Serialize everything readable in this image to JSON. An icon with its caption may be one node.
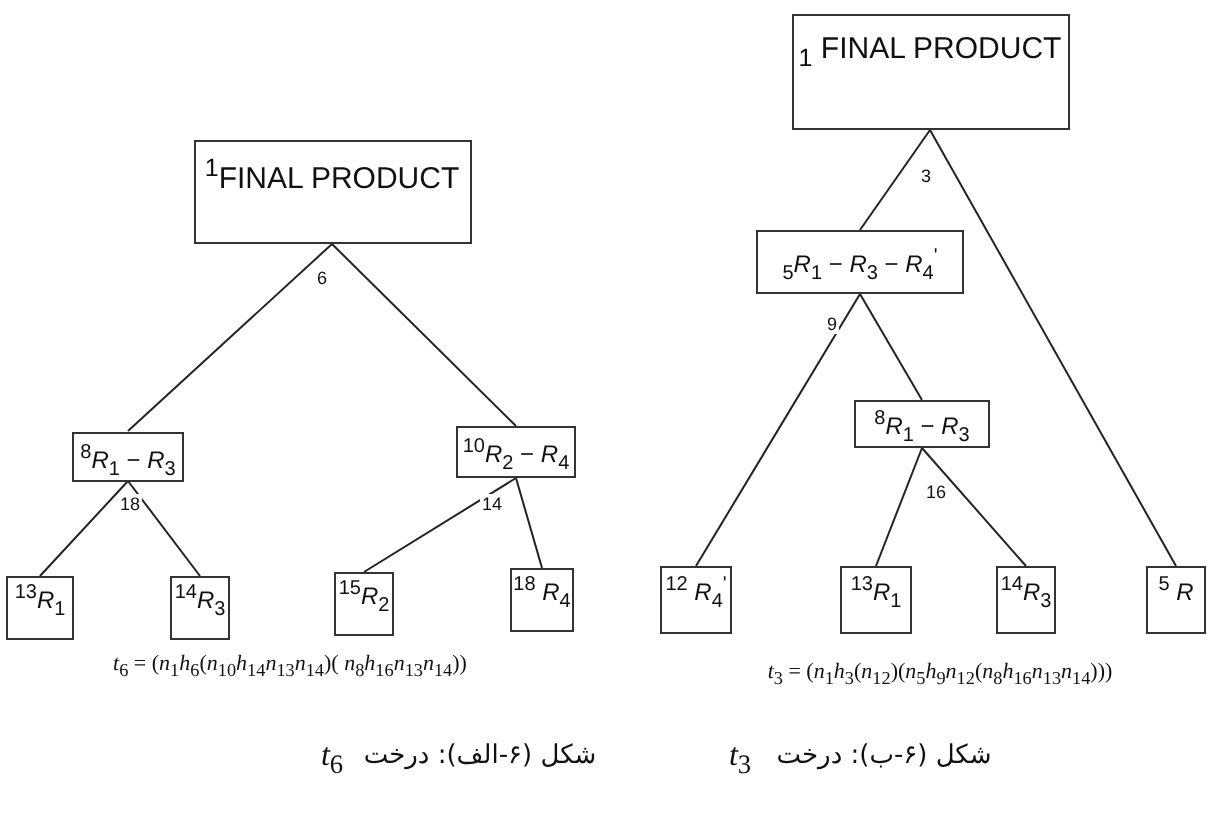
{
  "diagram": {
    "nodes": [
      {
        "text": [
          "$^{1}$FINAL PRODUCT"
        ]
      },
      {
        "text": [
          "$^{8}$*R*$_{1}$ − *R*$_{3}$"
        ]
      },
      {
        "text": [
          "$^{10}$*R*$_{2}$ − *R*$_{4}$"
        ]
      },
      {
        "text": [
          "$^{13}$*R*$_{1}$"
        ]
      },
      {
        "text": [
          "$^{14}$*R*$_{3}$"
        ]
      },
      {
        "text": [
          "$^{15}$*R*$_{2}$"
        ]
      },
      {
        "text": [
          "$^{18}$ *R*$_{4}$"
        ]
      },
      {
        "text": [
          "$_{1}$ FINAL PRODUCT"
        ]
      },
      {
        "text": [
          "$_{5}$*R*$_{1}$ − *R*$_{3}$ − *R*$_{4}$$^{'}$"
        ]
      },
      {
        "text": [
          "$^{8}$*R*$_{1}$ − *R*$_{3}$"
        ]
      },
      {
        "text": [
          "$^{12}$ *R*$_{4}$$^{'}$"
        ]
      },
      {
        "text": [
          "$^{13}$*R*$_{1}$"
        ]
      },
      {
        "text": [
          "$^{14}$*R*$_{3}$"
        ]
      },
      {
        "text": [
          "$^{5}$ *R*"
        ]
      }
    ],
    "edges": [
      {
        "from": 0,
        "to": 1,
        "arrow": "none",
        "label": "6"
      },
      {
        "from": 0,
        "to": 2,
        "arrow": "none"
      },
      {
        "from": 1,
        "to": 3,
        "arrow": "none",
        "label": "18"
      },
      {
        "from": 1,
        "to": 4,
        "arrow": "none"
      },
      {
        "from": 2,
        "to": 5,
        "arrow": "none",
        "label": "14"
      },
      {
        "from": 2,
        "to": 6,
        "arrow": "none"
      },
      {
        "from": 7,
        "to": 8,
        "arrow": "none",
        "label": "3"
      },
      {
        "from": 7,
        "to": 13,
        "arrow": "none"
      },
      {
        "from": 8,
        "to": 10,
        "arrow": "none",
        "label": "9"
      },
      {
        "from": 8,
        "to": 9,
        "arrow": "none"
      },
      {
        "from": 9,
        "to": 11,
        "arrow": "none",
        "label": "16"
      },
      {
        "from": 9,
        "to": 12,
        "arrow": "none"
      }
    ],
    "labels": [
      "*t*$_{6}$ = (*n*$_{1}$*h*$_{6}$(*n*$_{10}$*h*$_{14}$*n*$_{13}$*n*$_{14}$)( *n*$_{8}$*h*$_{16}$*n*$_{13}$*n*$_{14}$))",
      "*t*$_{3}$ = (*n*$_{1}$*h*$_{3}$(*n*$_{12}$)(*n*$_{5}$*h*$_{9}$*n*$_{12}$(*n*$_{8}$*h*$_{16}$*n*$_{13}$*n*$_{14}$)))",
      "*t*$_{6}$",
      "شکل (۶-الف): درخت",
      "*t*$_{3}$",
      "شکل (۶-ب): درخت"
    ]
  }
}
